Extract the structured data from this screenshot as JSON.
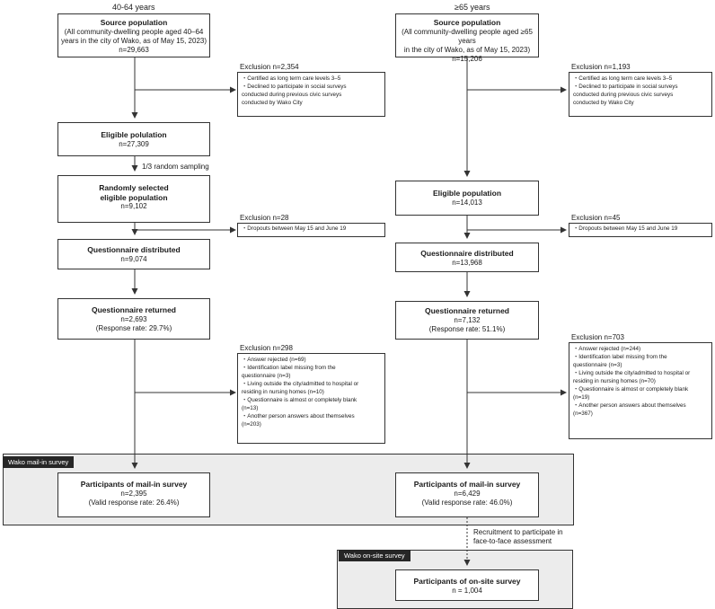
{
  "headers": {
    "left": "40-64 years",
    "right": "≥65 years"
  },
  "left": {
    "source": {
      "title": "Source population",
      "lines": [
        "(All community-dwelling people aged 40–64",
        "years in the city of Wako, as of May 15, 2023)",
        "n=29,663"
      ]
    },
    "exclusion1": {
      "label": "Exclusion n=2,354",
      "items": [
        "・Certified as long term care levels 3–5",
        "・Declined to participate in social surveys",
        "conducted during previous civic surveys",
        "conducted by Wako City"
      ]
    },
    "eligible": {
      "title": "Eligible polulation",
      "lines": [
        "n=27,309"
      ]
    },
    "sampling": "1/3 random sampling",
    "random": {
      "title1": "Randomly selected",
      "title2": "eligible population",
      "lines": [
        "n=9,102"
      ]
    },
    "exclusion2": {
      "label": "Exclusion n=28",
      "items": [
        "・Dropouts between May 15 and June 19"
      ]
    },
    "distributed": {
      "title": "Questionnaire distributed",
      "lines": [
        "n=9,074"
      ]
    },
    "returned": {
      "title": "Questionnaire returned",
      "lines": [
        "n=2,693",
        "(Response rate: 29.7%)"
      ]
    },
    "exclusion3": {
      "label": "Exclusion n=298",
      "items": [
        "・Answer rejected (n=69)",
        "・Identification label missing from the",
        "questionnaire (n=3)",
        "・Living outside the city/admitted to hospital or",
        "residing in nursing homes (n=10)",
        "・Questionnaire is almost or completely blank",
        "(n=13)",
        "・Another person answers about themselves",
        "(n=203)"
      ]
    },
    "participants": {
      "title": "Participants of mail-in survey",
      "lines": [
        "n=2,395",
        "(Valid response rate: 26.4%)"
      ]
    }
  },
  "right": {
    "source": {
      "title": "Source population",
      "lines": [
        "(All community-dwelling people aged ≥65 years",
        "in the city of Wako, as of May 15, 2023)",
        "n=15,206"
      ]
    },
    "exclusion1": {
      "label": "Exclusion n=1,193",
      "items": [
        "・Certified as long term care levels 3–5",
        "・Declined to participate in social surveys",
        "conducted during previous civic surveys",
        "conducted by Wako City"
      ]
    },
    "eligible": {
      "title": "Eligible population",
      "lines": [
        "n=14,013"
      ]
    },
    "exclusion2": {
      "label": "Exclusion n=45",
      "items": [
        "・Dropouts between May 15 and June 19"
      ]
    },
    "distributed": {
      "title": "Questionnaire distributed",
      "lines": [
        "n=13,968"
      ]
    },
    "returned": {
      "title": "Questionnaire returned",
      "lines": [
        "n=7,132",
        "(Response rate: 51.1%)"
      ]
    },
    "exclusion3": {
      "label": "Exclusion n=703",
      "items": [
        "・Answer rejected (n=244)",
        "・Identification label missing from the",
        "questionnaire (n=3)",
        "・Living outside the city/admitted to hospital or",
        "residing in nursing homes (n=70)",
        "・Questionnaire is almost or completely blank",
        "(n=19)",
        "・Another person answers about themselves",
        "(n=367)"
      ]
    },
    "participants": {
      "title": "Participants  of mail-in survey",
      "lines": [
        "n=6,429",
        "(Valid response rate: 46.0%)"
      ]
    },
    "recruitment": [
      "Recruitment to participate in",
      "face-to-face assessment"
    ],
    "onsite": {
      "title": "Participants of on-site survey",
      "lines": [
        "n = 1,004"
      ]
    }
  },
  "mailin_tag": "Wako mail-in survey",
  "onsite_tag": "Wako on-site survey"
}
